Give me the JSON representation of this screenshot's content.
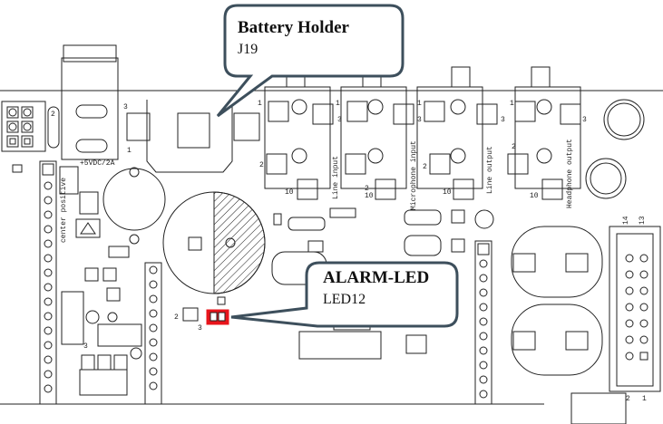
{
  "callouts": {
    "battery": {
      "title": "Battery Holder",
      "ref": "J19"
    },
    "alarm": {
      "title": "ALARM-LED",
      "ref": "LED12"
    }
  },
  "silkscreen": {
    "power_label": "+5VDC/2A",
    "center_positive": "center positive",
    "line_input": "Line input",
    "microphone_input": "Microphone input",
    "line_output": "Line output",
    "headphone_output": "Headphone output",
    "jack_pin_1": "1",
    "jack_pin_2": "2",
    "jack_pin_3": "3",
    "jack_pin_10": "10",
    "header_14": "14",
    "header_13": "13",
    "header_2": "2",
    "header_1": "1"
  },
  "colors": {
    "stroke": "#222222",
    "callout_border": "#3d4f5c",
    "highlight": "#e8141b"
  }
}
